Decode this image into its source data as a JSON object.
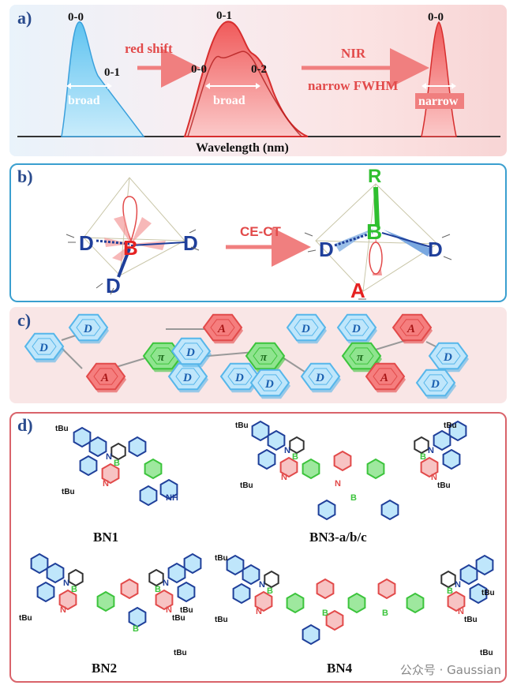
{
  "panel_a": {
    "label": "a)",
    "peak1": {
      "top": "0-0",
      "shoulder": "0-1",
      "width": "broad"
    },
    "arrow1": "red shift",
    "peak2": {
      "top": "0-1",
      "left": "0-0",
      "right": "0-2",
      "width": "broad"
    },
    "arrow2_top": "NIR",
    "arrow2_bottom": "narrow FWHM",
    "peak3": {
      "top": "0-0",
      "width": "narrow"
    },
    "axis": "Wavelength (nm)"
  },
  "panel_b": {
    "label": "b)",
    "left": {
      "center": "B",
      "donors": [
        "D",
        "D",
        "D"
      ]
    },
    "arrow": "CE-CT",
    "right": {
      "center": "B",
      "top": "R",
      "donors": [
        "D",
        "D"
      ],
      "acceptor": "A"
    }
  },
  "panel_c": {
    "label": "c)",
    "hexes": [
      {
        "t": "D",
        "c": "blue"
      },
      {
        "t": "D",
        "c": "blue"
      },
      {
        "t": "A",
        "c": "red"
      },
      {
        "t": "π",
        "c": "green"
      },
      {
        "t": "D",
        "c": "blue"
      },
      {
        "t": "A",
        "c": "red"
      },
      {
        "t": "D",
        "c": "blue"
      },
      {
        "t": "D",
        "c": "blue"
      },
      {
        "t": "π",
        "c": "green"
      },
      {
        "t": "D",
        "c": "blue"
      },
      {
        "t": "A",
        "c": "red"
      },
      {
        "t": "π",
        "c": "green"
      },
      {
        "t": "D",
        "c": "blue"
      },
      {
        "t": "D",
        "c": "blue"
      },
      {
        "t": "A",
        "c": "red"
      },
      {
        "t": "D",
        "c": "blue"
      },
      {
        "t": "D",
        "c": "blue"
      },
      {
        "t": "D",
        "c": "blue"
      }
    ]
  },
  "panel_d": {
    "label": "d)",
    "molecules": [
      "BN1",
      "BN3-a/b/c",
      "BN2",
      "BN4"
    ],
    "substituent": "tBu",
    "atoms": {
      "boron": "B",
      "nitrogen": "N",
      "nh": "NH"
    }
  },
  "watermark": "公众号 · Gaussian",
  "colors": {
    "blue": "#2a6fd6",
    "red": "#e24a4a",
    "green": "#3cc43c",
    "navy": "#1f3f9a"
  }
}
